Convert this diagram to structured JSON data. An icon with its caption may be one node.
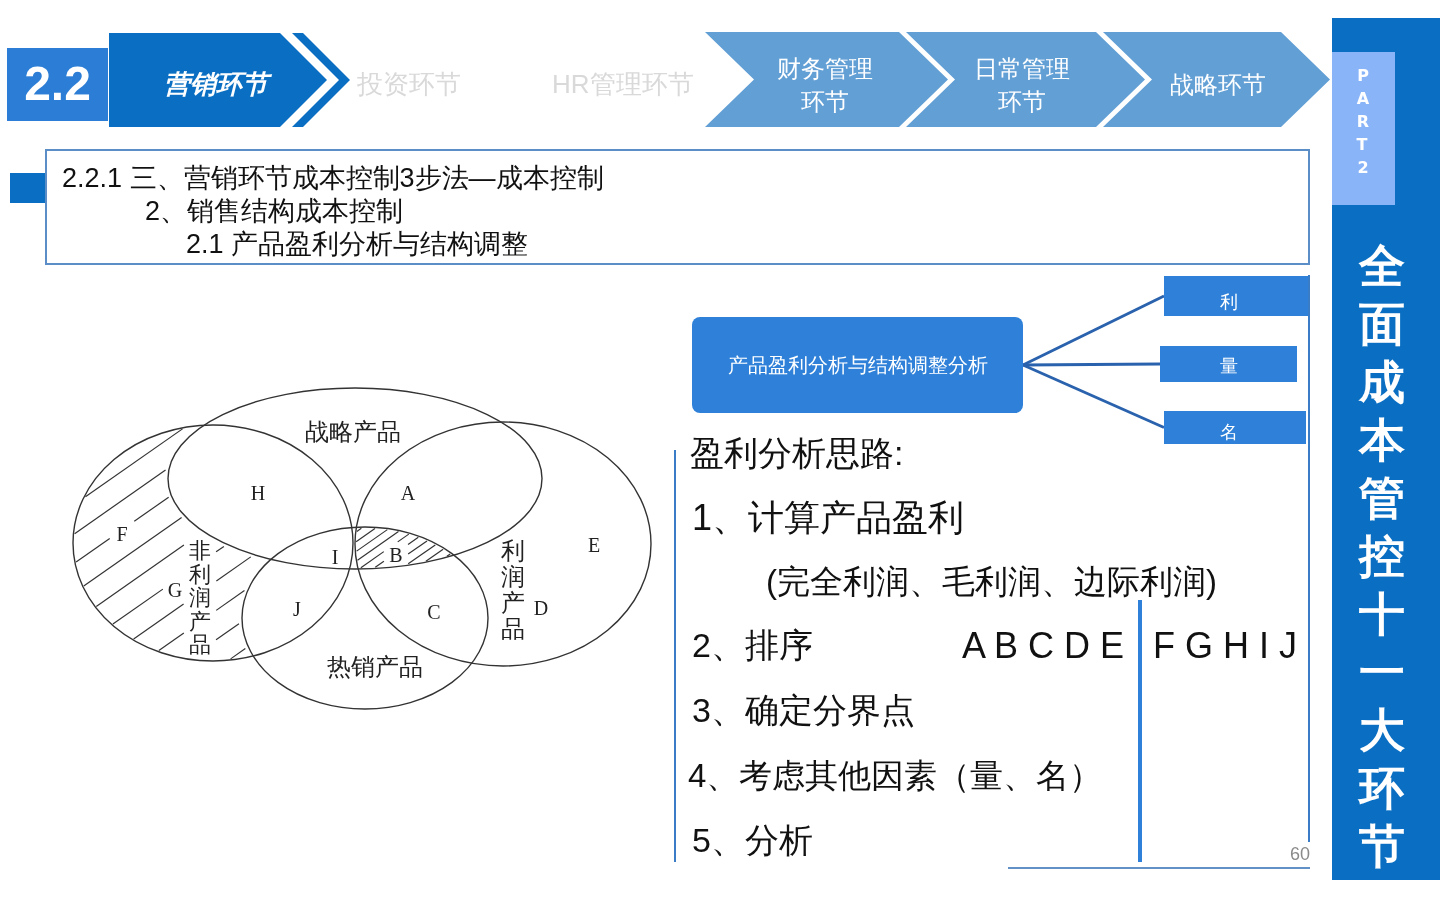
{
  "diagram": {
    "nodes": [
      {
        "text": [
          "2.2"
        ]
      },
      {
        "text": [
          "营销环节"
        ]
      },
      {
        "text": [
          "投资环节"
        ]
      },
      {
        "text": [
          "HR管理环节"
        ]
      },
      {
        "text": [
          "财务管理环节"
        ]
      },
      {
        "text": [
          "日常管理环节"
        ]
      },
      {
        "text": [
          "战略环节"
        ]
      },
      {
        "text": [
          "全面成本管控十一大环节"
        ]
      },
      {
        "text": [
          "PART 2"
        ],
        "in": 7
      },
      {
        "text": [
          "2.2.1 三、营销环节成本控制3步法—成本控制",
          "2、销售结构成本控制",
          "2.1 产品盈利分析与结构调整"
        ]
      },
      {
        "text": [
          "产品盈利分析与结构调整分析"
        ]
      },
      {
        "text": [
          "利"
        ]
      },
      {
        "text": [
          "量"
        ]
      },
      {
        "text": [
          "名"
        ]
      },
      {
        "text": [
          "战略产品"
        ]
      },
      {
        "text": [
          "非利润产品"
        ]
      },
      {
        "text": [
          "利润产品"
        ]
      },
      {
        "text": [
          "热销产品"
        ]
      }
    ],
    "edges": [
      {
        "from": 10,
        "to": 11,
        "arrow": "none"
      },
      {
        "from": 10,
        "to": 12,
        "arrow": "none"
      },
      {
        "from": 10,
        "to": 13,
        "arrow": "none"
      }
    ],
    "labels": [
      "H",
      "A",
      "F",
      "E",
      "I",
      "B",
      "G",
      "J",
      "C",
      "D",
      "盈利分析思路:",
      "1、计算产品盈利",
      "(完全利润、毛利润、边际利润)",
      "2、排序",
      "A B C D E",
      "F G H I J",
      "3、确定分界点",
      "4、考虑其他因素（量、名）",
      "5、分析",
      "60"
    ]
  }
}
